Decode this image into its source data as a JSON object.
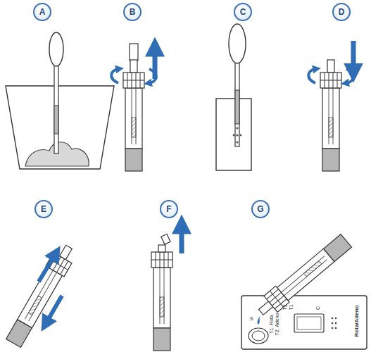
{
  "diagram": {
    "nodes": [
      {
        "text": [
          "A"
        ]
      },
      {
        "text": [
          "B"
        ]
      },
      {
        "text": [
          "C"
        ]
      },
      {
        "text": [
          "D"
        ]
      },
      {
        "text": [
          "E"
        ]
      },
      {
        "text": [
          "F"
        ]
      },
      {
        "text": [
          "G"
        ]
      }
    ],
    "labels": [
      "S",
      "T2",
      "T1",
      "C",
      "T1: Rota",
      "T2: Adeno",
      "Rota/Adeno"
    ]
  }
}
